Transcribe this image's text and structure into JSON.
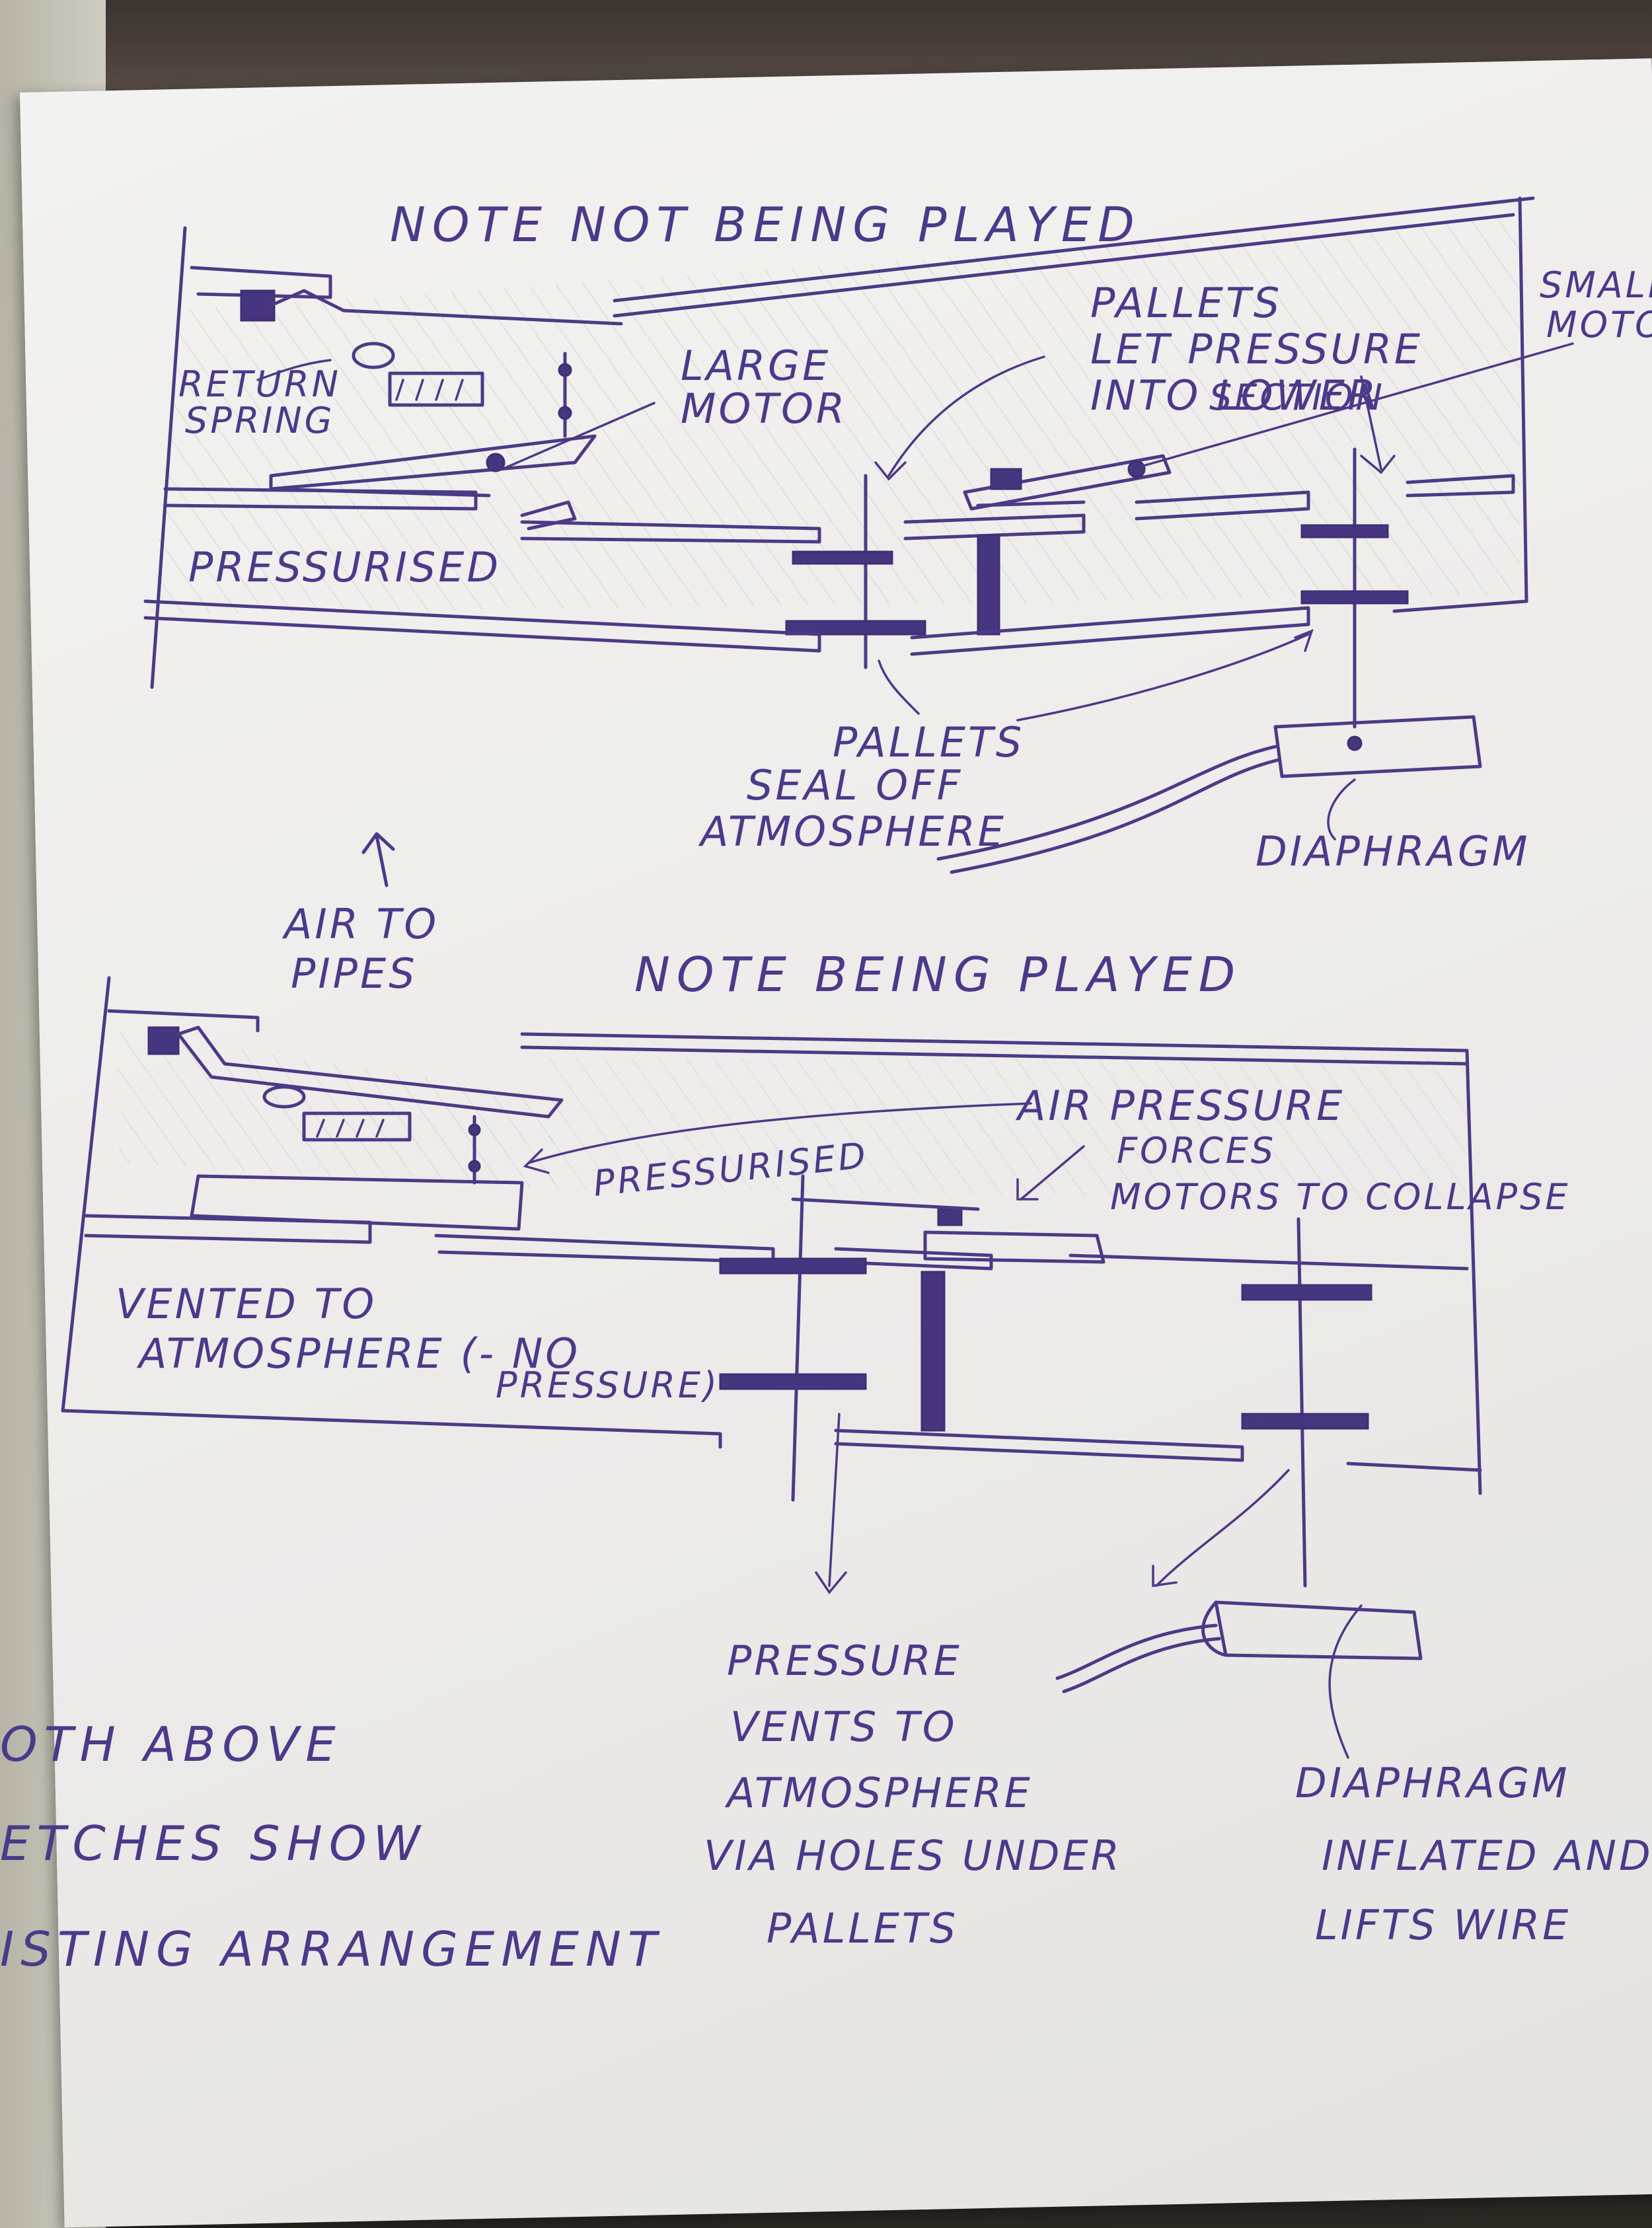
{
  "top_diagram": {
    "title": "NOTE NOT BEING PLAYED",
    "return_spring": [
      "RETURN",
      "SPRING"
    ],
    "large_motor": [
      "LARGE",
      "MOTOR"
    ],
    "pallets_let_pressure": [
      "PALLETS",
      "LET PRESSURE",
      "INTO LOWER",
      "SECTION"
    ],
    "small_motor": [
      "SMALL",
      "MOTOR"
    ],
    "pressurised": "PRESSURISED",
    "pallets_seal_off": [
      "PALLETS",
      "SEAL OFF",
      "ATMOSPHERE"
    ],
    "diaphragm": "DIAPHRAGM"
  },
  "bottom_diagram": {
    "air_to_pipes": [
      "AIR TO",
      "PIPES"
    ],
    "title": "NOTE BEING PLAYED",
    "air_pressure_forces": [
      "AIR PRESSURE",
      "FORCES",
      "MOTORS TO COLLAPSE"
    ],
    "pressurised": "PRESSURISED",
    "vented": [
      "VENTED TO",
      "ATMOSPHERE (- NO",
      "PRESSURE)"
    ],
    "pressure_vents": [
      "PRESSURE",
      "VENTS TO",
      "ATMOSPHERE",
      "VIA HOLES UNDER",
      "PALLETS"
    ],
    "diaphragm_inflated": [
      "DIAPHRAGM",
      "INFLATED AND",
      "LIFTS WIRE"
    ]
  },
  "footer_note": [
    "OTH ABOVE",
    "ETCHES SHOW",
    "ISTING ARRANGEMENT"
  ],
  "colors": {
    "ink": "#4b3a86",
    "paper": "#efefed"
  }
}
